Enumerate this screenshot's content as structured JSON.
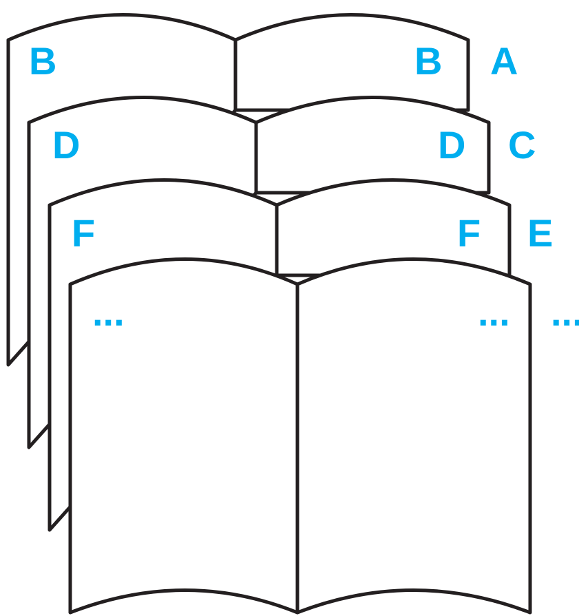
{
  "colors": {
    "label": "#00AEEF",
    "outline": "#231F20",
    "page": "#FFFFFF"
  },
  "sheets": [
    {
      "outside_label": "A",
      "left_page_label": "B",
      "right_page_label": "B"
    },
    {
      "outside_label": "C",
      "left_page_label": "D",
      "right_page_label": "D"
    },
    {
      "outside_label": "E",
      "left_page_label": "F",
      "right_page_label": "F"
    },
    {
      "outside_label": "...",
      "left_page_label": "...",
      "right_page_label": "..."
    }
  ]
}
